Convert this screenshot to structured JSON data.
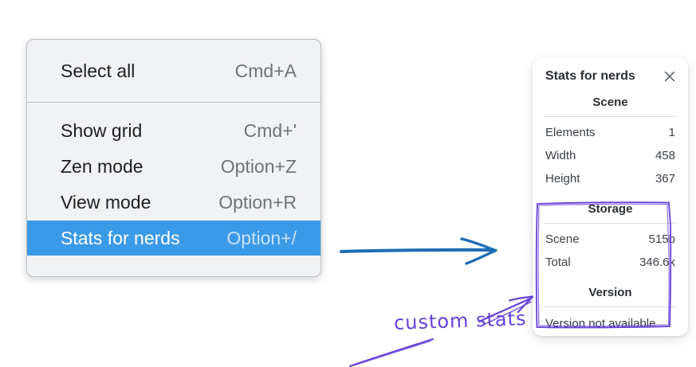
{
  "menu": {
    "items": [
      {
        "label": "Select all",
        "shortcut": "Cmd+A",
        "highlighted": false
      },
      {
        "label": "Show grid",
        "shortcut": "Cmd+'",
        "highlighted": false
      },
      {
        "label": "Zen mode",
        "shortcut": "Option+Z",
        "highlighted": false
      },
      {
        "label": "View mode",
        "shortcut": "Option+R",
        "highlighted": false
      },
      {
        "label": "Stats for nerds",
        "shortcut": "Option+/",
        "highlighted": true
      }
    ],
    "highlight_color": "#3b9ae8"
  },
  "stats_panel": {
    "title": "Stats for nerds",
    "sections": [
      {
        "heading": "Scene",
        "rows": [
          {
            "label": "Elements",
            "value": "1"
          },
          {
            "label": "Width",
            "value": "458"
          },
          {
            "label": "Height",
            "value": "367"
          }
        ]
      },
      {
        "heading": "Storage",
        "rows": [
          {
            "label": "Scene",
            "value": "515b"
          },
          {
            "label": "Total",
            "value": "346.6k"
          }
        ]
      },
      {
        "heading": "Version",
        "text": "Version not available"
      }
    ]
  },
  "annotations": {
    "label": "custom stats",
    "purple_color": "#6741d9",
    "arrow_color": "#1e6cb5"
  }
}
